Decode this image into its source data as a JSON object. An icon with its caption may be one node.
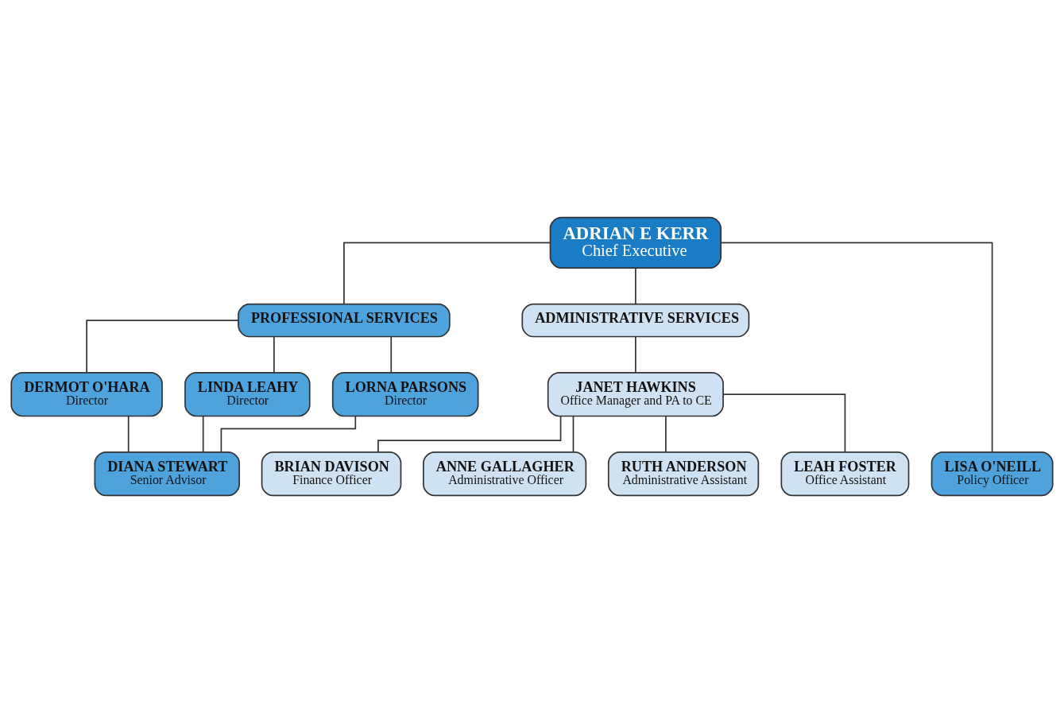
{
  "diagram": {
    "nodes": [
      {
        "text": [
          "ADRIAN E KERR",
          "Chief Executive"
        ]
      },
      {
        "text": [
          "PROFESSIONAL SERVICES"
        ]
      },
      {
        "text": [
          "ADMINISTRATIVE SERVICES"
        ]
      },
      {
        "text": [
          "DERMOT O'HARA",
          "Director"
        ]
      },
      {
        "text": [
          "LINDA LEAHY",
          "Director"
        ]
      },
      {
        "text": [
          "LORNA PARSONS",
          "Director"
        ]
      },
      {
        "text": [
          "JANET HAWKINS",
          "Office Manager and PA to CE"
        ]
      },
      {
        "text": [
          "LISA O'NEILL",
          "Policy Officer"
        ]
      },
      {
        "text": [
          "DIANA STEWART",
          "Senior Advisor"
        ]
      },
      {
        "text": [
          "BRIAN DAVISON",
          "Finance Officer"
        ]
      },
      {
        "text": [
          "ANNE GALLAGHER",
          "Administrative Officer"
        ]
      },
      {
        "text": [
          "RUTH ANDERSON",
          "Administrative Assistant"
        ]
      },
      {
        "text": [
          "LEAH FOSTER",
          "Office Assistant"
        ]
      }
    ],
    "edges": [
      {
        "from": 0,
        "to": 1,
        "arrow": "none"
      },
      {
        "from": 0,
        "to": 2,
        "arrow": "none"
      },
      {
        "from": 0,
        "to": 7,
        "arrow": "none"
      },
      {
        "from": 1,
        "to": 3,
        "arrow": "none"
      },
      {
        "from": 1,
        "to": 4,
        "arrow": "none"
      },
      {
        "from": 1,
        "to": 5,
        "arrow": "none"
      },
      {
        "from": 2,
        "to": 6,
        "arrow": "none"
      },
      {
        "from": 3,
        "to": 8,
        "arrow": "none"
      },
      {
        "from": 4,
        "to": 8,
        "arrow": "none"
      },
      {
        "from": 5,
        "to": 8,
        "arrow": "none"
      },
      {
        "from": 6,
        "to": 9,
        "arrow": "none"
      },
      {
        "from": 6,
        "to": 10,
        "arrow": "none"
      },
      {
        "from": 6,
        "to": 11,
        "arrow": "none"
      },
      {
        "from": 6,
        "to": 12,
        "arrow": "none"
      }
    ]
  }
}
